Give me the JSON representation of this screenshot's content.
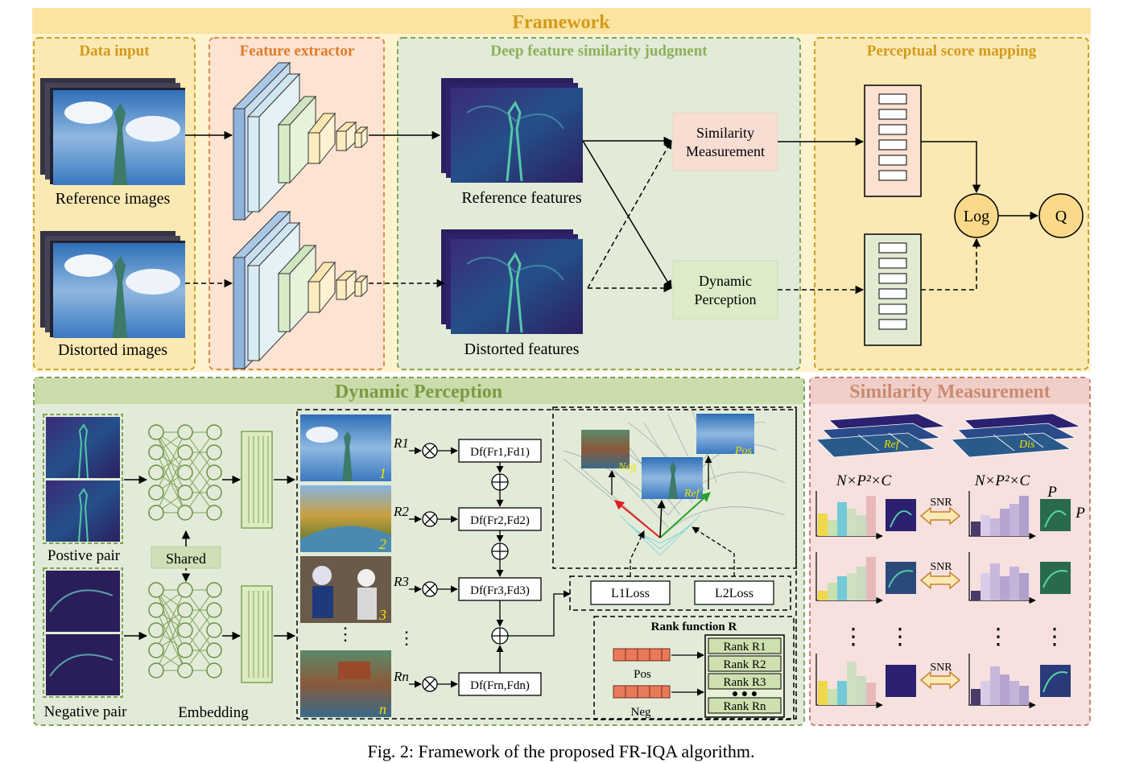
{
  "framework": {
    "title": "Framework",
    "data_input": {
      "title": "Data input",
      "reference_label": "Reference images",
      "distorted_label": "Distorted images"
    },
    "feature_extractor": {
      "title": "Feature extractor"
    },
    "judgment": {
      "title": "Deep feature similarity judgment",
      "reference_features": "Reference features",
      "distorted_features": "Distorted features",
      "similarity_box": [
        "Similarity",
        "Measurement"
      ],
      "dynamic_box": [
        "Dynamic",
        "Perception"
      ]
    },
    "mapping": {
      "title": "Perceptual score mapping",
      "log": "Log",
      "q": "Q"
    }
  },
  "dynamic_perception": {
    "title": "Dynamic Perception",
    "positive_pair": "Postive pair",
    "negative_pair": "Negative pair",
    "shared": "Shared",
    "embedding": "Embedding",
    "image_numbers": [
      "1",
      "2",
      "3",
      "n"
    ],
    "rank_labels": [
      "R1",
      "R2",
      "R3",
      "Rn"
    ],
    "df_labels": [
      "Df(Fr1,Fd1)",
      "Df(Fr2,Fd2)",
      "Df(Fr3,Fd3)",
      "Df(Frn,Fdn)"
    ],
    "surface_labels": {
      "neg": "Neg",
      "pos": "Pos",
      "ref": "Ref"
    },
    "losses": [
      "L1Loss",
      "L2Loss"
    ],
    "rank_function": {
      "title": "Rank function R",
      "pos": "Pos",
      "neg": "Neg",
      "ranks": [
        "Rank R1",
        "Rank R2",
        "Rank R3",
        "Rank Rn"
      ]
    }
  },
  "similarity_measurement": {
    "title": "Similarity Measurement",
    "ref_label": "Ref",
    "dis_label": "Dis",
    "dim_label": "N×P²×C",
    "p_label": "P",
    "snr": "SNR"
  },
  "caption": "Fig. 2: Framework of the proposed FR-IQA algorithm.",
  "colors": {
    "gold_bg": "#fbe9b3",
    "gold_border": "#c9a227",
    "orange_bg": "#fce3d2",
    "orange_border": "#e08a4e",
    "green_bg": "#e2ebd8",
    "green_border": "#7fa35a",
    "pink_bg": "#f6e1df",
    "pink_border": "#c98072",
    "title_gold": "#d39a1a",
    "title_orange": "#e07b28",
    "title_green": "#8cb05a",
    "title_dyn": "#7a9a45",
    "title_sim": "#c98a72"
  }
}
